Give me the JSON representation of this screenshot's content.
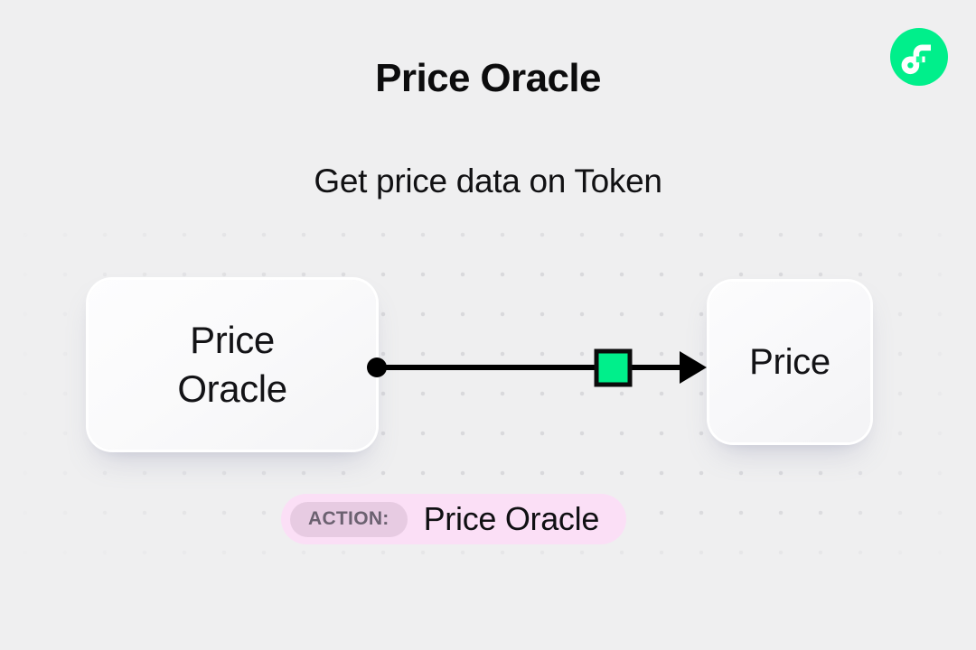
{
  "header": {
    "title": "Price Oracle",
    "subtitle": "Get price data on Token",
    "logo_icon": "flow-logo-icon",
    "logo_color": "#00ef8b"
  },
  "diagram": {
    "source_node": {
      "icon": "rounded-card",
      "label_line_1": "Price",
      "label_line_2": "Oracle"
    },
    "target_node": {
      "icon": "rounded-card",
      "label": "Price"
    },
    "connector": {
      "start_dot_icon": "connector-dot-icon",
      "midpoint_icon": "green-square-node-icon",
      "end_icon": "arrowhead-icon",
      "line_color": "#000000",
      "midpoint_color": "#00ef8b"
    }
  },
  "action_badge": {
    "tag": "ACTION:",
    "value": "Price Oracle",
    "background_color": "#fbdff6",
    "tag_background_color": "#e7cbe2"
  }
}
